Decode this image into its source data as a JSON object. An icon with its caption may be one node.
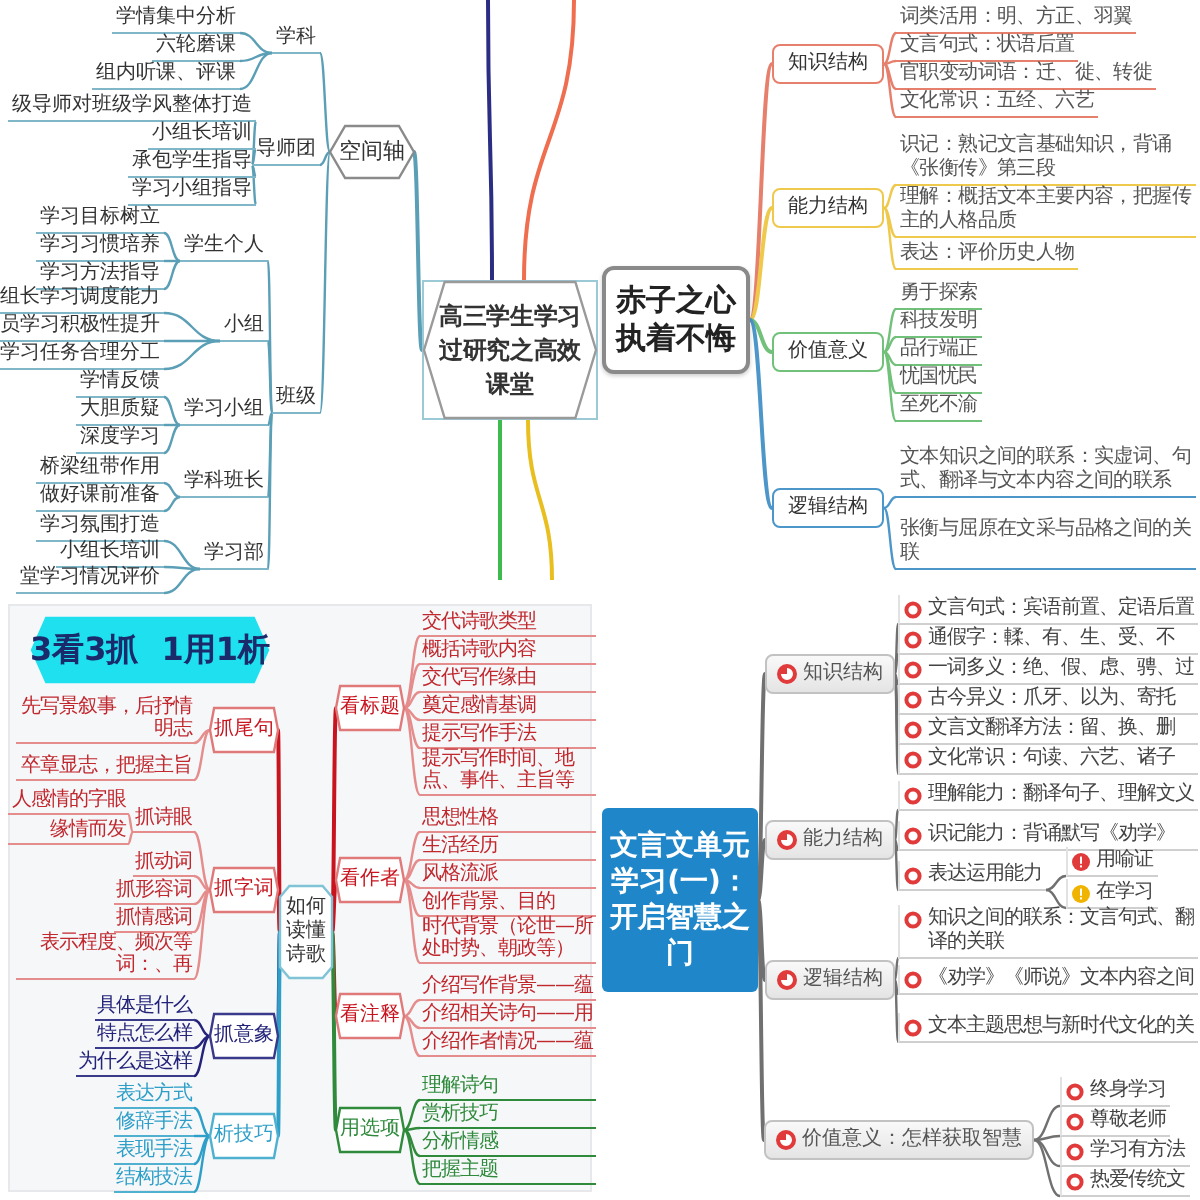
{
  "diagram": {
    "nodes": [
      {
        "text": [
          "高三学生学习过研究之高效课堂"
        ]
      },
      {
        "text": [
          "空间轴"
        ]
      },
      {
        "text": [
          "学科"
        ]
      },
      {
        "text": [
          "学情集中分析"
        ]
      },
      {
        "text": [
          "六轮磨课"
        ]
      },
      {
        "text": [
          "组内听课、评课"
        ]
      },
      {
        "text": [
          "导师团"
        ]
      },
      {
        "text": [
          "级导师对班级学风整体打造"
        ]
      },
      {
        "text": [
          "小组长培训"
        ]
      },
      {
        "text": [
          "承包学生指导"
        ]
      },
      {
        "text": [
          "学习小组指导"
        ]
      },
      {
        "text": [
          "班级"
        ]
      },
      {
        "text": [
          "学生个人"
        ]
      },
      {
        "text": [
          "学习目标树立"
        ]
      },
      {
        "text": [
          "学习习惯培养"
        ]
      },
      {
        "text": [
          "学习方法指导"
        ]
      },
      {
        "text": [
          "小组"
        ]
      },
      {
        "text": [
          "组长学习调度能力"
        ]
      },
      {
        "text": [
          "员学习积极性提升"
        ]
      },
      {
        "text": [
          "学习任务合理分工"
        ]
      },
      {
        "text": [
          "学习小组"
        ]
      },
      {
        "text": [
          "学情反馈"
        ]
      },
      {
        "text": [
          "大胆质疑"
        ]
      },
      {
        "text": [
          "深度学习"
        ]
      },
      {
        "text": [
          "学科班长"
        ]
      },
      {
        "text": [
          "桥梁纽带作用"
        ]
      },
      {
        "text": [
          "做好课前准备"
        ]
      },
      {
        "text": [
          "学习部"
        ]
      },
      {
        "text": [
          "学习氛围打造"
        ]
      },
      {
        "text": [
          "小组长培训"
        ]
      },
      {
        "text": [
          "堂学习情况评价"
        ]
      },
      {
        "text": [
          "赤子之心执着不悔"
        ]
      },
      {
        "text": [
          "知识结构"
        ]
      },
      {
        "text": [
          "词类活用：明、方正、羽翼"
        ]
      },
      {
        "text": [
          "文言句式：状语后置"
        ]
      },
      {
        "text": [
          "官职变动词语：迁、徙、转徙"
        ]
      },
      {
        "text": [
          "文化常识：五经、六艺"
        ]
      },
      {
        "text": [
          "能力结构"
        ]
      },
      {
        "text": [
          "识记：熟记文言基础知识，背诵《张衡传》第三段"
        ]
      },
      {
        "text": [
          "理解：概括文本主要内容，把握传主的人格品质"
        ]
      },
      {
        "text": [
          "表达：评价历史人物"
        ]
      },
      {
        "text": [
          "价值意义"
        ]
      },
      {
        "text": [
          "勇于探索"
        ]
      },
      {
        "text": [
          "科技发明"
        ]
      },
      {
        "text": [
          "品行端正"
        ]
      },
      {
        "text": [
          "忧国忧民"
        ]
      },
      {
        "text": [
          "至死不渝"
        ]
      },
      {
        "text": [
          "逻辑结构"
        ]
      },
      {
        "text": [
          "文本知识之间的联系：实虚词、句式、翻译与文本内容之间的联系"
        ]
      },
      {
        "text": [
          "张衡与屈原在文采与品格之间的关联"
        ]
      },
      {
        "text": [
          "3看3抓 1用1析"
        ]
      },
      {
        "text": [
          "如何读懂诗歌"
        ]
      },
      {
        "text": [
          "看标题"
        ]
      },
      {
        "text": [
          "交代诗歌类型"
        ]
      },
      {
        "text": [
          "概括诗歌内容"
        ]
      },
      {
        "text": [
          "交代写作缘由"
        ]
      },
      {
        "text": [
          "奠定感情基调"
        ]
      },
      {
        "text": [
          "提示写作手法"
        ]
      },
      {
        "text": [
          "提示写作时间、地点、事件、主旨等"
        ]
      },
      {
        "text": [
          "看作者"
        ]
      },
      {
        "text": [
          "思想性格"
        ]
      },
      {
        "text": [
          "生活经历"
        ]
      },
      {
        "text": [
          "风格流派"
        ]
      },
      {
        "text": [
          "创作背景、目的"
        ]
      },
      {
        "text": [
          "时代背景（论世—所处时势、朝政等）"
        ]
      },
      {
        "text": [
          "看注释"
        ]
      },
      {
        "text": [
          "介绍写作背景——蕴"
        ]
      },
      {
        "text": [
          "介绍相关诗句——用"
        ]
      },
      {
        "text": [
          "介绍作者情况——蕴"
        ]
      },
      {
        "text": [
          "用选项"
        ]
      },
      {
        "text": [
          "理解诗句"
        ]
      },
      {
        "text": [
          "赏析技巧"
        ]
      },
      {
        "text": [
          "分析情感"
        ]
      },
      {
        "text": [
          "把握主题"
        ]
      },
      {
        "text": [
          "抓尾句"
        ]
      },
      {
        "text": [
          "先写景叙事，后抒情明志"
        ]
      },
      {
        "text": [
          "卒章显志，把握主旨"
        ]
      },
      {
        "text": [
          "抓字词"
        ]
      },
      {
        "text": [
          "抓诗眼"
        ]
      },
      {
        "text": [
          "人感情的字眼"
        ]
      },
      {
        "text": [
          "缘情而发"
        ]
      },
      {
        "text": [
          "抓动词"
        ]
      },
      {
        "text": [
          "抓形容词"
        ]
      },
      {
        "text": [
          "抓情感词"
        ]
      },
      {
        "text": [
          "表示程度、频次等词：、再"
        ]
      },
      {
        "text": [
          "抓意象"
        ]
      },
      {
        "text": [
          "具体是什么"
        ]
      },
      {
        "text": [
          "特点怎么样"
        ]
      },
      {
        "text": [
          "为什么是这样"
        ]
      },
      {
        "text": [
          "析技巧"
        ]
      },
      {
        "text": [
          "表达方式"
        ]
      },
      {
        "text": [
          "修辞手法"
        ]
      },
      {
        "text": [
          "表现手法"
        ]
      },
      {
        "text": [
          "结构技法"
        ]
      },
      {
        "text": [
          "文言文单元学习(一)：开启智慧之门"
        ]
      },
      {
        "text": [
          "知识结构"
        ]
      },
      {
        "text": [
          "文言句式：宾语前置、定语后置"
        ]
      },
      {
        "text": [
          "通假字：輮、有、生、受、不"
        ]
      },
      {
        "text": [
          "一词多义：绝、假、虑、骋、过"
        ]
      },
      {
        "text": [
          "古今异义：爪牙、以为、寄托"
        ]
      },
      {
        "text": [
          "文言文翻译方法：留、换、删"
        ]
      },
      {
        "text": [
          "文化常识：句读、六艺、诸子"
        ]
      },
      {
        "text": [
          "能力结构"
        ]
      },
      {
        "text": [
          "理解能力：翻译句子、理解文义"
        ]
      },
      {
        "text": [
          "识记能力：背诵默写《劝学》"
        ]
      },
      {
        "text": [
          "表达运用能力"
        ]
      },
      {
        "text": [
          "用喻证"
        ]
      },
      {
        "text": [
          "在学习"
        ]
      },
      {
        "text": [
          "逻辑结构"
        ]
      },
      {
        "text": [
          "知识之间的联系：文言句式、翻译的关联"
        ]
      },
      {
        "text": [
          "《劝学》《师说》文本内容之间"
        ]
      },
      {
        "text": [
          "文本主题思想与新时代文化的关"
        ]
      },
      {
        "text": [
          "价值意义：怎样获取智慧"
        ]
      },
      {
        "text": [
          "终身学习"
        ]
      },
      {
        "text": [
          "尊敬老师"
        ]
      },
      {
        "text": [
          "学习有方法"
        ]
      },
      {
        "text": [
          "热爱传统文"
        ]
      }
    ],
    "edges": [
      {
        "from": 0,
        "to": 1,
        "arrow": "none"
      },
      {
        "from": 0,
        "to": null,
        "arrow": "none",
        "color": "#2b2d84"
      },
      {
        "from": 0,
        "to": null,
        "arrow": "none",
        "color": "#ee6e4f"
      },
      {
        "from": 0,
        "to": null,
        "arrow": "none",
        "color": "#3dbb4c"
      },
      {
        "from": 0,
        "to": null,
        "arrow": "none",
        "color": "#e8bf1f"
      },
      {
        "from": 1,
        "to": 2,
        "arrow": "none"
      },
      {
        "from": 1,
        "to": 6,
        "arrow": "none"
      },
      {
        "from": 1,
        "to": 11,
        "arrow": "none"
      },
      {
        "from": 2,
        "to": 3,
        "arrow": "none"
      },
      {
        "from": 2,
        "to": 4,
        "arrow": "none"
      },
      {
        "from": 2,
        "to": 5,
        "arrow": "none"
      },
      {
        "from": 6,
        "to": 7,
        "arrow": "none"
      },
      {
        "from": 6,
        "to": 8,
        "arrow": "none"
      },
      {
        "from": 6,
        "to": 9,
        "arrow": "none"
      },
      {
        "from": 6,
        "to": 10,
        "arrow": "none"
      },
      {
        "from": 11,
        "to": 12,
        "arrow": "none"
      },
      {
        "from": 11,
        "to": 16,
        "arrow": "none"
      },
      {
        "from": 11,
        "to": 20,
        "arrow": "none"
      },
      {
        "from": 11,
        "to": 24,
        "arrow": "none"
      },
      {
        "from": 11,
        "to": 27,
        "arrow": "none"
      },
      {
        "from": 12,
        "to": 13,
        "arrow": "none"
      },
      {
        "from": 12,
        "to": 14,
        "arrow": "none"
      },
      {
        "from": 12,
        "to": 15,
        "arrow": "none"
      },
      {
        "from": 16,
        "to": 17,
        "arrow": "none"
      },
      {
        "from": 16,
        "to": 18,
        "arrow": "none"
      },
      {
        "from": 16,
        "to": 19,
        "arrow": "none"
      },
      {
        "from": 20,
        "to": 21,
        "arrow": "none"
      },
      {
        "from": 20,
        "to": 22,
        "arrow": "none"
      },
      {
        "from": 20,
        "to": 23,
        "arrow": "none"
      },
      {
        "from": 24,
        "to": 25,
        "arrow": "none"
      },
      {
        "from": 24,
        "to": 26,
        "arrow": "none"
      },
      {
        "from": 27,
        "to": 28,
        "arrow": "none"
      },
      {
        "from": 27,
        "to": 29,
        "arrow": "none"
      },
      {
        "from": 27,
        "to": 30,
        "arrow": "none"
      },
      {
        "from": 31,
        "to": 32,
        "arrow": "none",
        "color": "#e67f6c"
      },
      {
        "from": 31,
        "to": 37,
        "arrow": "none",
        "color": "#efc94c"
      },
      {
        "from": 31,
        "to": 41,
        "arrow": "none",
        "color": "#72c17a"
      },
      {
        "from": 31,
        "to": 47,
        "arrow": "none",
        "color": "#4d96c9"
      },
      {
        "from": 32,
        "to": 33,
        "arrow": "none",
        "color": "#e67f6c"
      },
      {
        "from": 32,
        "to": 34,
        "arrow": "none",
        "color": "#e67f6c"
      },
      {
        "from": 32,
        "to": 35,
        "arrow": "none",
        "color": "#e67f6c"
      },
      {
        "from": 32,
        "to": 36,
        "arrow": "none",
        "color": "#e67f6c"
      },
      {
        "from": 37,
        "to": 38,
        "arrow": "none",
        "color": "#efc94c"
      },
      {
        "from": 37,
        "to": 39,
        "arrow": "none",
        "color": "#efc94c"
      },
      {
        "from": 37,
        "to": 40,
        "arrow": "none",
        "color": "#efc94c"
      },
      {
        "from": 41,
        "to": 42,
        "arrow": "none",
        "color": "#72c17a"
      },
      {
        "from": 41,
        "to": 43,
        "arrow": "none",
        "color": "#72c17a"
      },
      {
        "from": 41,
        "to": 44,
        "arrow": "none",
        "color": "#72c17a"
      },
      {
        "from": 41,
        "to": 45,
        "arrow": "none",
        "color": "#72c17a"
      },
      {
        "from": 41,
        "to": 46,
        "arrow": "none",
        "color": "#72c17a"
      },
      {
        "from": 47,
        "to": 48,
        "arrow": "none",
        "color": "#4d96c9"
      },
      {
        "from": 47,
        "to": 49,
        "arrow": "none",
        "color": "#4d96c9"
      },
      {
        "from": 51,
        "to": 52,
        "arrow": "none",
        "color": "#c8141e"
      },
      {
        "from": 51,
        "to": 59,
        "arrow": "none",
        "color": "#c8141e"
      },
      {
        "from": 51,
        "to": 65,
        "arrow": "none",
        "color": "#c8141e"
      },
      {
        "from": 51,
        "to": 69,
        "arrow": "none",
        "color": "#2f8a3c"
      },
      {
        "from": 51,
        "to": 74,
        "arrow": "none",
        "color": "#c8141e"
      },
      {
        "from": 51,
        "to": 77,
        "arrow": "none",
        "color": "#c8141e"
      },
      {
        "from": 51,
        "to": 85,
        "arrow": "none",
        "color": "#23237a"
      },
      {
        "from": 51,
        "to": 89,
        "arrow": "none",
        "color": "#2e9fc8"
      },
      {
        "from": 52,
        "to": 53,
        "arrow": "none",
        "color": "#e58c8c"
      },
      {
        "from": 52,
        "to": 54,
        "arrow": "none",
        "color": "#e58c8c"
      },
      {
        "from": 52,
        "to": 55,
        "arrow": "none",
        "color": "#e58c8c"
      },
      {
        "from": 52,
        "to": 56,
        "arrow": "none",
        "color": "#e58c8c"
      },
      {
        "from": 52,
        "to": 57,
        "arrow": "none",
        "color": "#e58c8c"
      },
      {
        "from": 52,
        "to": 58,
        "arrow": "none",
        "color": "#e58c8c"
      },
      {
        "from": 59,
        "to": 60,
        "arrow": "none",
        "color": "#e58c8c"
      },
      {
        "from": 59,
        "to": 61,
        "arrow": "none",
        "color": "#e58c8c"
      },
      {
        "from": 59,
        "to": 62,
        "arrow": "none",
        "color": "#e58c8c"
      },
      {
        "from": 59,
        "to": 63,
        "arrow": "none",
        "color": "#e58c8c"
      },
      {
        "from": 59,
        "to": 64,
        "arrow": "none",
        "color": "#e58c8c"
      },
      {
        "from": 65,
        "to": 66,
        "arrow": "none",
        "color": "#e58c8c"
      },
      {
        "from": 65,
        "to": 67,
        "arrow": "none",
        "color": "#e58c8c"
      },
      {
        "from": 65,
        "to": 68,
        "arrow": "none",
        "color": "#e58c8c"
      },
      {
        "from": 69,
        "to": 70,
        "arrow": "none",
        "color": "#2f8a3c"
      },
      {
        "from": 69,
        "to": 71,
        "arrow": "none",
        "color": "#2f8a3c"
      },
      {
        "from": 69,
        "to": 72,
        "arrow": "none",
        "color": "#2f8a3c"
      },
      {
        "from": 69,
        "to": 73,
        "arrow": "none",
        "color": "#2f8a3c"
      },
      {
        "from": 74,
        "to": 75,
        "arrow": "none",
        "color": "#e58c8c"
      },
      {
        "from": 74,
        "to": 76,
        "arrow": "none",
        "color": "#e58c8c"
      },
      {
        "from": 77,
        "to": 78,
        "arrow": "none",
        "color": "#e58c8c"
      },
      {
        "from": 77,
        "to": 81,
        "arrow": "none",
        "color": "#e58c8c"
      },
      {
        "from": 77,
        "to": 82,
        "arrow": "none",
        "color": "#e58c8c"
      },
      {
        "from": 77,
        "to": 83,
        "arrow": "none",
        "color": "#e58c8c"
      },
      {
        "from": 77,
        "to": 84,
        "arrow": "none",
        "color": "#e58c8c"
      },
      {
        "from": 78,
        "to": 79,
        "arrow": "none",
        "color": "#e58c8c"
      },
      {
        "from": 78,
        "to": 80,
        "arrow": "none",
        "color": "#e58c8c"
      },
      {
        "from": 85,
        "to": 86,
        "arrow": "none",
        "color": "#23237a"
      },
      {
        "from": 85,
        "to": 87,
        "arrow": "none",
        "color": "#23237a"
      },
      {
        "from": 85,
        "to": 88,
        "arrow": "none",
        "color": "#23237a"
      },
      {
        "from": 89,
        "to": 90,
        "arrow": "none",
        "color": "#2e9fc8"
      },
      {
        "from": 89,
        "to": 91,
        "arrow": "none",
        "color": "#2e9fc8"
      },
      {
        "from": 89,
        "to": 92,
        "arrow": "none",
        "color": "#2e9fc8"
      },
      {
        "from": 89,
        "to": 93,
        "arrow": "none",
        "color": "#2e9fc8"
      },
      {
        "from": 94,
        "to": 95,
        "arrow": "none",
        "color": "#707070"
      },
      {
        "from": 94,
        "to": 102,
        "arrow": "none",
        "color": "#707070"
      },
      {
        "from": 94,
        "to": 108,
        "arrow": "none",
        "color": "#707070"
      },
      {
        "from": 94,
        "to": 112,
        "arrow": "none",
        "color": "#707070"
      },
      {
        "from": 95,
        "to": 96,
        "arrow": "none",
        "color": "#707070"
      },
      {
        "from": 95,
        "to": 97,
        "arrow": "none",
        "color": "#707070"
      },
      {
        "from": 95,
        "to": 98,
        "arrow": "none",
        "color": "#707070"
      },
      {
        "from": 95,
        "to": 99,
        "arrow": "none",
        "color": "#707070"
      },
      {
        "from": 95,
        "to": 100,
        "arrow": "none",
        "color": "#707070"
      },
      {
        "from": 95,
        "to": 101,
        "arrow": "none",
        "color": "#707070"
      },
      {
        "from": 102,
        "to": 103,
        "arrow": "none",
        "color": "#707070"
      },
      {
        "from": 102,
        "to": 104,
        "arrow": "none",
        "color": "#707070"
      },
      {
        "from": 102,
        "to": 105,
        "arrow": "none",
        "color": "#707070"
      },
      {
        "from": 105,
        "to": 106,
        "arrow": "none",
        "color": "#707070"
      },
      {
        "from": 105,
        "to": 107,
        "arrow": "none",
        "color": "#707070"
      },
      {
        "from": 108,
        "to": 109,
        "arrow": "none",
        "color": "#707070"
      },
      {
        "from": 108,
        "to": 110,
        "arrow": "none",
        "color": "#707070"
      },
      {
        "from": 108,
        "to": 111,
        "arrow": "none",
        "color": "#707070"
      },
      {
        "from": 112,
        "to": 113,
        "arrow": "none",
        "color": "#707070"
      },
      {
        "from": 112,
        "to": 114,
        "arrow": "none",
        "color": "#707070"
      },
      {
        "from": 112,
        "to": 115,
        "arrow": "none",
        "color": "#707070"
      },
      {
        "from": 112,
        "to": 116,
        "arrow": "none",
        "color": "#707070"
      }
    ]
  }
}
